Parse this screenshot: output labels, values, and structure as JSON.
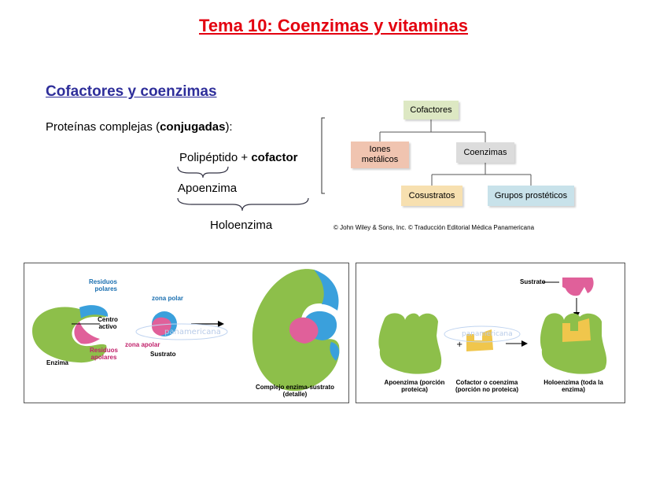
{
  "title": "Tema 10: Coenzimas y vitaminas",
  "subtitle": "Cofactores y coenzimas",
  "intro": {
    "prefix": "Proteínas complejas (",
    "bold": "conjugadas",
    "suffix": "):"
  },
  "formula": {
    "part1": "Polipéptido + ",
    "part2": "cofactor",
    "apoenzima": "Apoenzima",
    "holoenzima": "Holoenzima"
  },
  "tree": {
    "root": "Cofactores",
    "iones": "Iones metálicos",
    "coenzimas": "Coenzimas",
    "cosustratos": "Cosustratos",
    "grupos": "Grupos prostéticos",
    "copyright": "© John Wiley & Sons, Inc. © Traducción Editorial Médica Panamericana"
  },
  "panel1": {
    "residuos_polares": "Residuos polares",
    "centro_activo": "Centro activo",
    "residuos_apolares": "Residuos apolares",
    "enzima": "Enzima",
    "zona_polar": "zona polar",
    "zona_apolar": "zona apolar",
    "sustrato": "Sustrato",
    "watermark": "panamericana",
    "complejo": "Complejo enzima-sustrato (detalle)"
  },
  "panel2": {
    "sustrato": "Sustrato",
    "apoenzima": "Apoenzima (porción proteica)",
    "cofactor": "Cofactor o coenzima (porción no proteica)",
    "holoenzima": "Holoenzima (toda la enzima)",
    "watermark": "panamericana"
  },
  "colors": {
    "title": "#e3000f",
    "subtitle": "#2e2e9a",
    "enzyme_green": "#8dbf4a",
    "polar_blue": "#3aa0dc",
    "apolar_pink": "#e0609a",
    "cofactor_yellow": "#f0c64c"
  }
}
